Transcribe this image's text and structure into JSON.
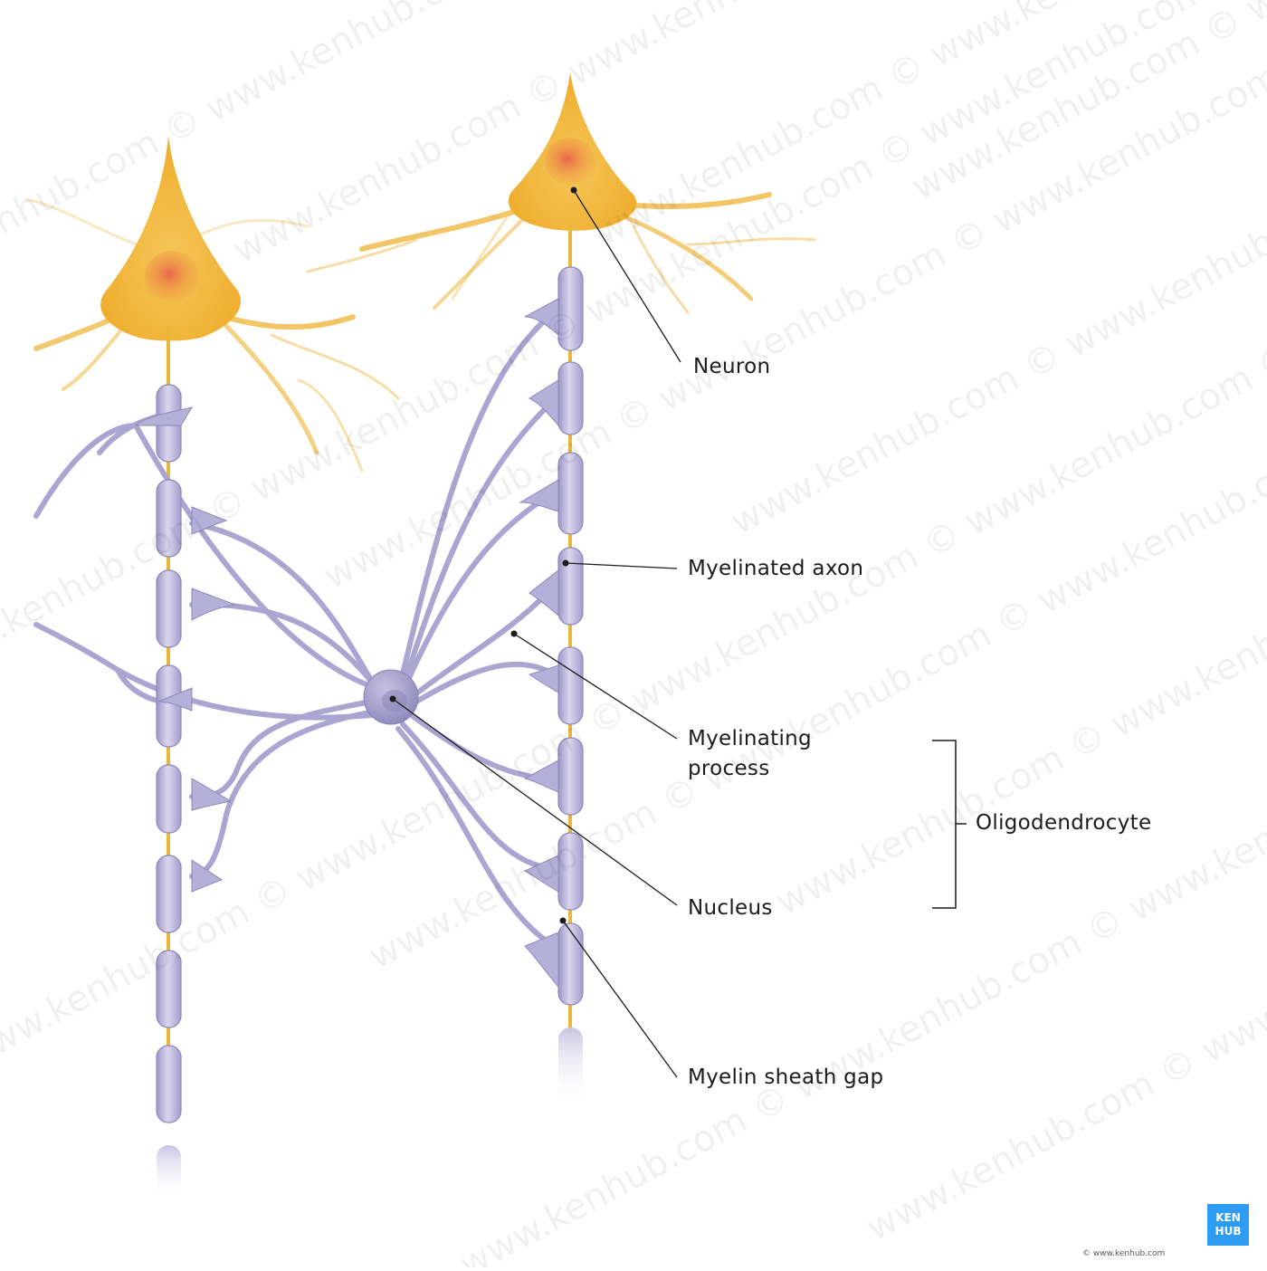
{
  "labels": {
    "neuron": "Neuron",
    "myelinated_axon": "Myelinated axon",
    "myelinating_process_line1": "Myelinating",
    "myelinating_process_line2": "process",
    "oligodendrocyte": "Oligodendrocyte",
    "nucleus": "Nucleus",
    "myelin_sheath_gap": "Myelin sheath gap"
  },
  "watermark": "www.kenhub.com ©",
  "logo": {
    "line1": "KEN",
    "line2": "HUB"
  },
  "copyright": "© www.kenhub.com",
  "colors": {
    "neuron_body": "#f2b331",
    "neuron_nucleus": "#e8744a",
    "myelin": "#b8b3d6",
    "myelin_outline": "#8f89bb",
    "axon": "#e9b73a",
    "logo_bg": "#2e9cf2"
  }
}
